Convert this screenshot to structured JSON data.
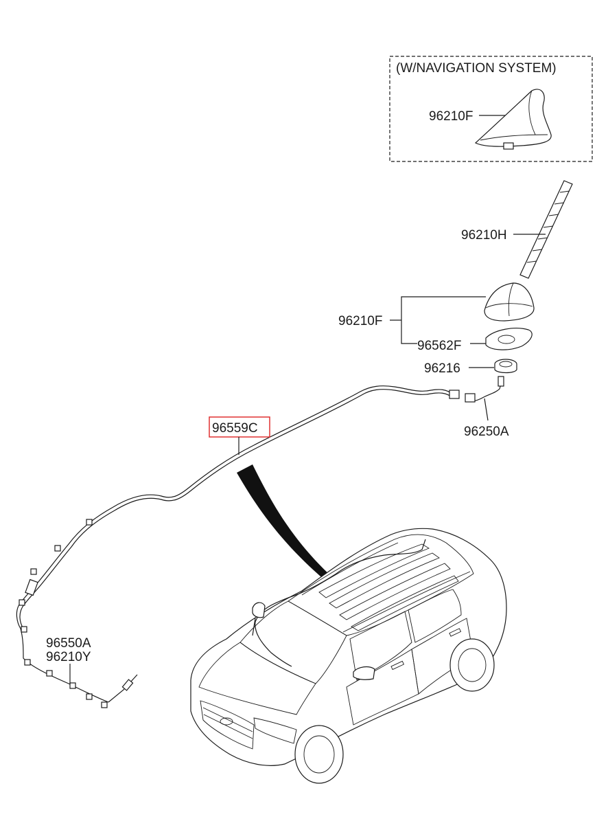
{
  "inset": {
    "title": "(W/NAVIGATION SYSTEM)",
    "part_label": "96210F"
  },
  "labels": {
    "antenna_rod": "96210H",
    "antenna_base": "96210F",
    "pad": "96562F",
    "nut": "96216",
    "feeder_cable": "96250A",
    "main_cable": "96559C",
    "extension_cable_a": "96550A",
    "extension_cable_b": "96210Y"
  },
  "colors": {
    "highlight_box": "#e03030",
    "line": "#1a1a1a"
  }
}
